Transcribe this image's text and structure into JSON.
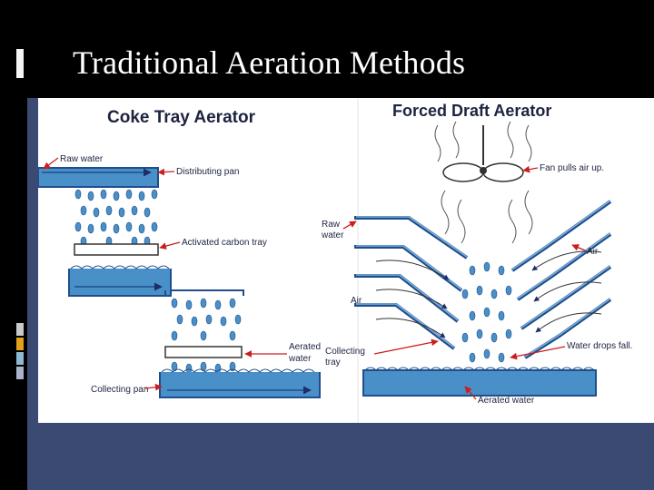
{
  "slide": {
    "title": "Traditional Aeration Methods",
    "accent_colors": [
      "#f5f5f5",
      "#c9c9c9",
      "#e0a11c",
      "#8fb8d4",
      "#a9b3c9"
    ]
  },
  "coke": {
    "title": "Coke Tray Aerator",
    "raw_water": "Raw water",
    "distributing_pan": "Distributing pan",
    "activated_carbon": "Activated carbon tray",
    "aerated_water_1": "Aerated",
    "aerated_water_2": "water",
    "collecting_pan": "Collecting pan"
  },
  "forced": {
    "title": "Forced Draft Aerator",
    "fan": "Fan pulls air up.",
    "raw_1": "Raw",
    "raw_2": "water",
    "air_right": "Air",
    "air_left": "Air",
    "collecting_1": "Collecting",
    "collecting_2": "tray",
    "drops": "Water drops fall.",
    "aerated": "Aerated water"
  },
  "colors": {
    "water": "#4a90c8",
    "water_dark": "#1f4e8c",
    "arrow_red": "#cc1e1e"
  }
}
